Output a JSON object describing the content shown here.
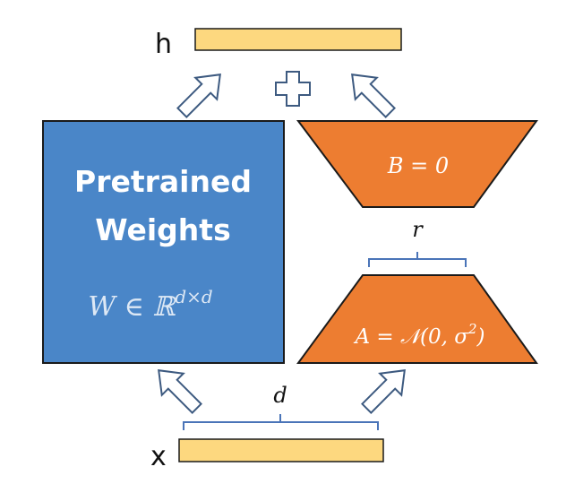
{
  "labels": {
    "output": "h",
    "input": "x",
    "dimension_d": "d",
    "rank_r": "r"
  },
  "pretrained": {
    "line1": "Pretrained",
    "line2": "Weights",
    "formula_prefix": "W ∈ ℝ",
    "formula_superscript": "d×d"
  },
  "matrix_b": {
    "formula": "B = 0"
  },
  "matrix_a": {
    "formula_prefix": "A = 𝒩(0, σ",
    "formula_superscript": "2",
    "formula_suffix": ")"
  },
  "colors": {
    "pretrained_fill": "#4a86c8",
    "pretrained_stroke": "#1a1a1a",
    "lora_fill": "#ed7d31",
    "lora_stroke": "#1a1a1a",
    "vector_fill": "#fdd87f",
    "vector_stroke": "#1a1a1a",
    "brace_stroke": "#4a74b8",
    "arrow_stroke": "#3d5a80",
    "text_white": "#ffffff",
    "text_dark": "#111111",
    "formula_light": "#dde8f5"
  },
  "icons": {
    "plus": "plus-icon",
    "arrow": "hollow-arrow-icon"
  }
}
